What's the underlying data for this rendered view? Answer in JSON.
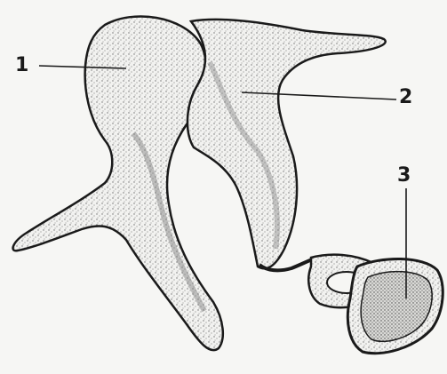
{
  "labels": {
    "one": "1",
    "two": "2",
    "three": "3"
  },
  "colors": {
    "ink": "#1a1a1a",
    "shade": "#8a8a8a",
    "paper": "#f6f6f4"
  }
}
